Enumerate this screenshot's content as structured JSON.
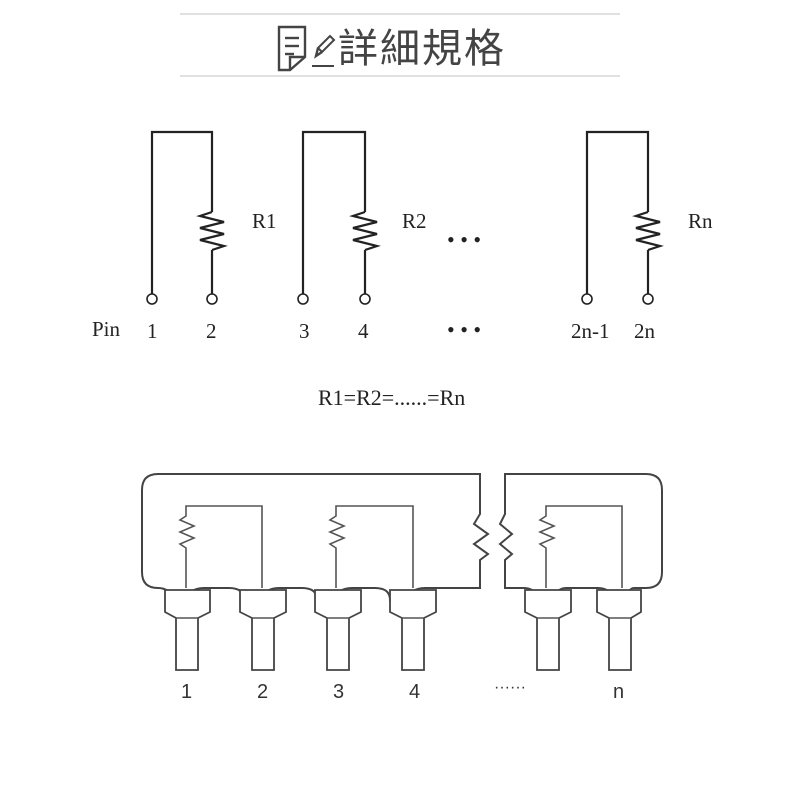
{
  "header": {
    "title": "詳細規格",
    "icon": "document-edit-icon"
  },
  "schematic": {
    "resistors": [
      {
        "label": "R1",
        "pins": [
          "1",
          "2"
        ]
      },
      {
        "label": "R2",
        "pins": [
          "3",
          "4"
        ]
      },
      {
        "label": "Rn",
        "pins": [
          "2n-1",
          "2n"
        ]
      }
    ],
    "pin_prefix": "Pin",
    "ellipsis_mid": "• • •",
    "ellipsis_pins": "• • •",
    "equation": "R1=R2=......=Rn"
  },
  "package": {
    "pin_labels": [
      "1",
      "2",
      "3",
      "4",
      "n"
    ],
    "pin_ellipsis": "······"
  }
}
